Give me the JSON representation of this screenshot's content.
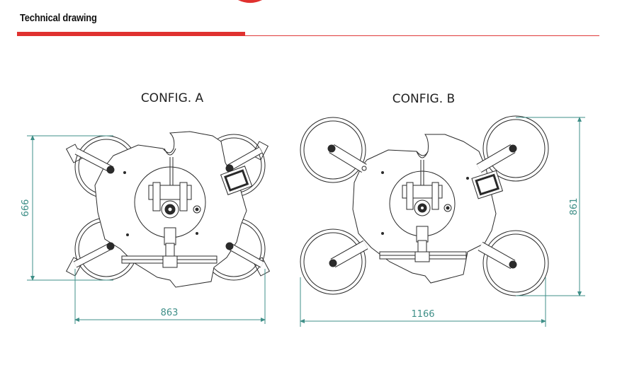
{
  "header": {
    "title": "Technical drawing",
    "accent_color": "#e0312f",
    "rule_color": "#e03a3a"
  },
  "config_a": {
    "label": "CONFIG. A",
    "height_dim": "666",
    "width_dim": "863"
  },
  "config_b": {
    "label": "CONFIG. B",
    "height_dim": "861",
    "width_dim": "1166"
  },
  "colors": {
    "line": "#2a2a2a",
    "dimension": "#3f8f88"
  }
}
